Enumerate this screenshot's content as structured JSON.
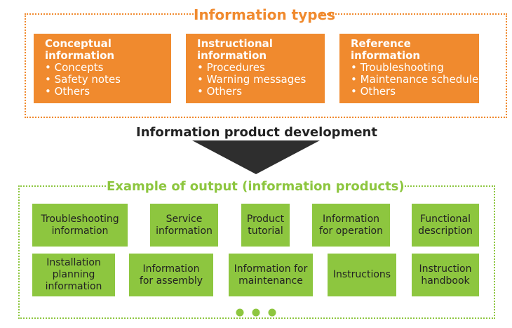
{
  "information_types": {
    "title": "Information types",
    "boxes": [
      {
        "title_line1": "Conceptual",
        "title_line2": "information",
        "items": [
          "Concepts",
          "Safety notes",
          "Others"
        ]
      },
      {
        "title_line1": "Instructional",
        "title_line2": "information",
        "items": [
          "Procedures",
          "Warning messages",
          "Others"
        ]
      },
      {
        "title_line1": "Reference",
        "title_line2": "information",
        "items": [
          "Troubleshooting",
          "Maintenance schedule",
          "Others"
        ]
      }
    ]
  },
  "development": {
    "label": "Information product development"
  },
  "output": {
    "title": "Example of output (information products)",
    "products": [
      {
        "line1": "Troubleshooting",
        "line2": "information",
        "line3": ""
      },
      {
        "line1": "Service",
        "line2": "information",
        "line3": ""
      },
      {
        "line1": "Product",
        "line2": "tutorial",
        "line3": ""
      },
      {
        "line1": "Information",
        "line2": "for operation",
        "line3": ""
      },
      {
        "line1": "Functional",
        "line2": "description",
        "line3": ""
      },
      {
        "line1": "Installation",
        "line2": "planning",
        "line3": "information"
      },
      {
        "line1": "Information",
        "line2": "for assembly",
        "line3": ""
      },
      {
        "line1": "Information for",
        "line2": "maintenance",
        "line3": ""
      },
      {
        "line1": "Instructions",
        "line2": "",
        "line3": ""
      },
      {
        "line1": "Instruction",
        "line2": "handbook",
        "line3": ""
      }
    ]
  },
  "colors": {
    "orange": "#f08a2e",
    "green": "#8dc63f",
    "arrow": "#2e2e2e"
  }
}
